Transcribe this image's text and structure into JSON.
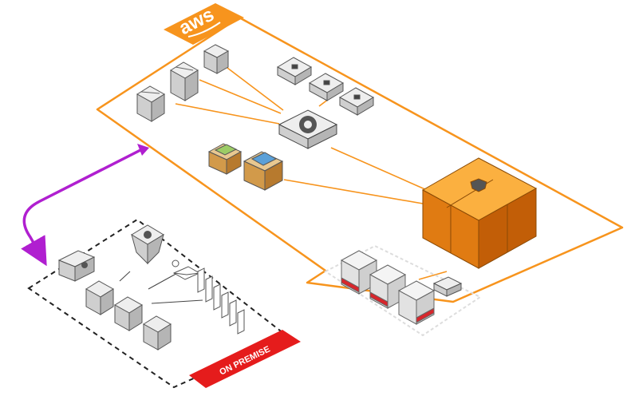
{
  "logo": {
    "text": "aws",
    "name": "aws-logo"
  },
  "banner": {
    "text": "ON PREMISE"
  },
  "colors": {
    "accent_orange": "#f7941d",
    "orange_dark": "#c25e07",
    "arrow_purple": "#b01fd0",
    "banner_red": "#e51c1c",
    "server_grey": "#d9d9d9",
    "rack_red": "#d7262c"
  },
  "icons": [
    "server-cluster-icon",
    "appliance-icon",
    "gateway-gear-icon",
    "storage-box-icon",
    "data-warehouse-icon",
    "oracle-server-icon",
    "backup-tape-icon",
    "vpn-device-icon",
    "on-prem-server-icon",
    "directory-service-icon",
    "mail-icon",
    "document-stack-icon"
  ]
}
